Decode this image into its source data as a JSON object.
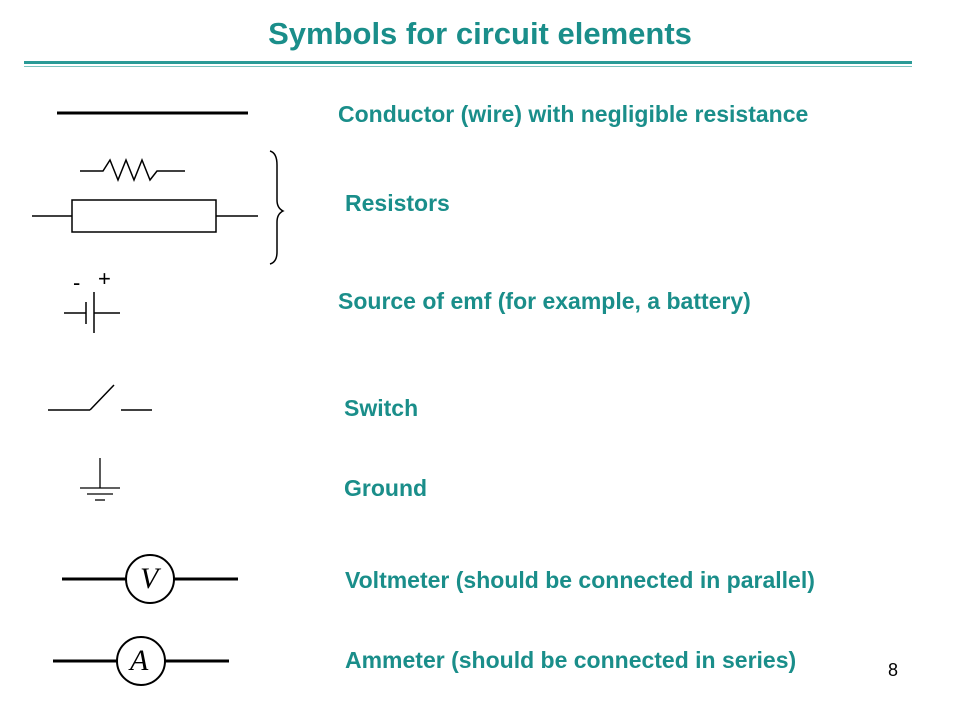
{
  "title": "Symbols for circuit elements",
  "items": [
    {
      "label": "Conductor (wire) with negligible resistance",
      "icon": "conductor-wire-symbol"
    },
    {
      "label": "Resistors",
      "icon": "resistor-symbols"
    },
    {
      "label": "Source of emf (for example, a battery)",
      "icon": "battery-symbol"
    },
    {
      "label": "Switch",
      "icon": "switch-symbol"
    },
    {
      "label": "Ground",
      "icon": "ground-symbol"
    },
    {
      "label": "Voltmeter (should be connected in parallel)",
      "icon": "voltmeter-symbol"
    },
    {
      "label": "Ammeter (should be connected in series)",
      "icon": "ammeter-symbol"
    }
  ],
  "battery": {
    "minus": "-",
    "plus": "+"
  },
  "voltmeter_letter": "V",
  "ammeter_letter": "A",
  "page_number": "8",
  "colors": {
    "accent": "#1a8e8a",
    "rule": "#2a9a96"
  }
}
